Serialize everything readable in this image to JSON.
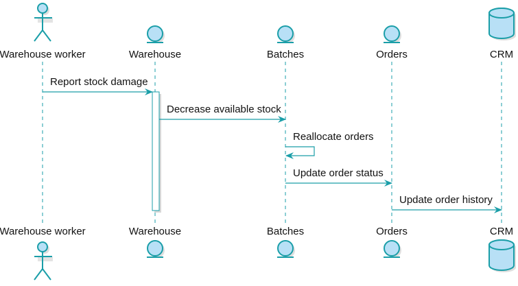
{
  "diagram": {
    "type": "sequence",
    "colors": {
      "line": "#1a9ea8",
      "fill": "#b8e0f6",
      "shadow": "#c8c8c8",
      "text": "#111111"
    },
    "participants": [
      {
        "id": "worker",
        "label": "Warehouse worker",
        "kind": "actor"
      },
      {
        "id": "warehouse",
        "label": "Warehouse",
        "kind": "entity"
      },
      {
        "id": "batches",
        "label": "Batches",
        "kind": "entity"
      },
      {
        "id": "orders",
        "label": "Orders",
        "kind": "entity"
      },
      {
        "id": "crm",
        "label": "CRM",
        "kind": "database"
      }
    ],
    "messages": [
      {
        "from": "worker",
        "to": "warehouse",
        "label": "Report stock damage"
      },
      {
        "from": "warehouse",
        "to": "batches",
        "label": "Decrease available stock"
      },
      {
        "from": "batches",
        "to": "batches",
        "label": "Reallocate orders"
      },
      {
        "from": "batches",
        "to": "orders",
        "label": "Update order status"
      },
      {
        "from": "orders",
        "to": "crm",
        "label": "Update order history"
      }
    ],
    "activations": [
      {
        "participant": "warehouse",
        "from_message": 0,
        "to_message": 4
      }
    ]
  }
}
